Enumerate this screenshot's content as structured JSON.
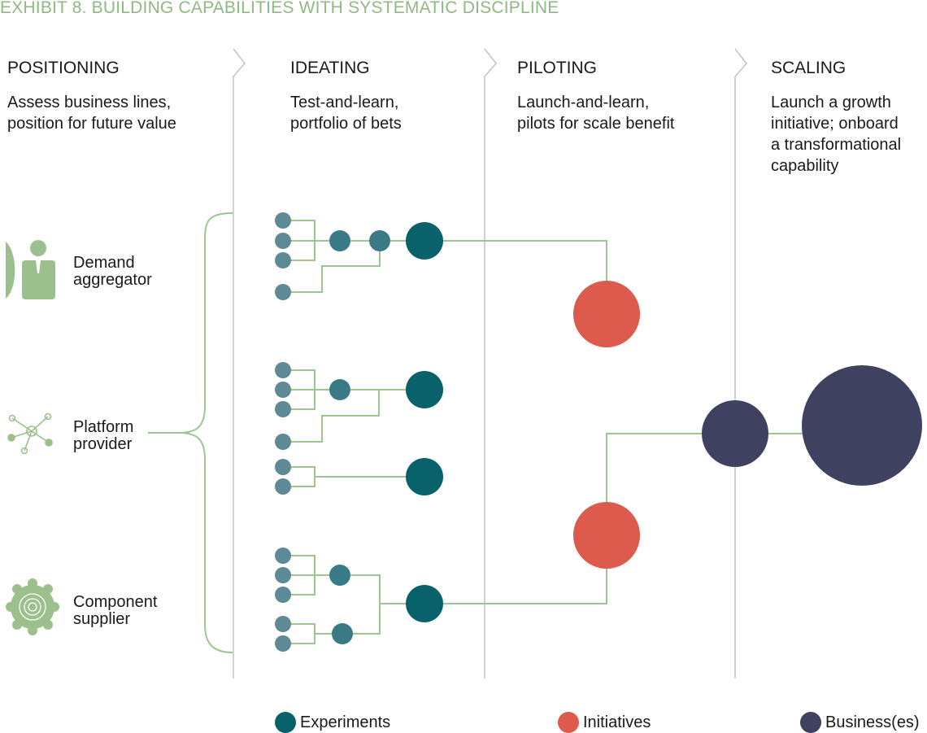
{
  "title": "EXHIBIT 8. BUILDING CAPABILITIES WITH SYSTEMATIC DISCIPLINE",
  "phases": [
    {
      "name": "POSITIONING",
      "lines": [
        "Assess business lines,",
        "position for future value"
      ]
    },
    {
      "name": "IDEATING",
      "lines": [
        "Test-and-learn,",
        "portfolio of bets"
      ]
    },
    {
      "name": "PILOTING",
      "lines": [
        "Launch-and-learn,",
        "pilots for scale benefit"
      ]
    },
    {
      "name": "SCALING",
      "lines": [
        "Launch a growth",
        "initiative; onboard",
        "a transformational",
        "capability"
      ]
    }
  ],
  "roles": [
    {
      "lines": [
        "Demand",
        "aggregator"
      ],
      "icon": "demand-aggregator-icon"
    },
    {
      "lines": [
        "Platform",
        "provider"
      ],
      "icon": "platform-provider-icon"
    },
    {
      "lines": [
        "Component",
        "supplier"
      ],
      "icon": "component-supplier-icon"
    }
  ],
  "legend": [
    {
      "label": "Experiments",
      "color": "#08616b"
    },
    {
      "label": "Initiatives",
      "color": "#dc5b4d"
    },
    {
      "label": "Business(es)",
      "color": "#3e4260"
    }
  ],
  "colors": {
    "title": "#8fb884",
    "line": "#9cc590",
    "divider": "#b9b9b9",
    "icon": "#9cc08d",
    "small_experiment": "#5e8a96",
    "mid_experiment": "#3a7a87",
    "experiment": "#08616b",
    "initiative": "#dc5b4d",
    "business": "#3e4260"
  }
}
